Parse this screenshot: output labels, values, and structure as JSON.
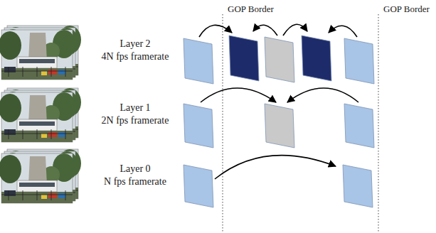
{
  "diagram": {
    "labels": [
      "GOP Border",
      "GOP Border",
      "Layer 2",
      "4N fps framerate",
      "Layer 1",
      "2N fps framerate",
      "Layer 0",
      "N fps framerate"
    ]
  }
}
